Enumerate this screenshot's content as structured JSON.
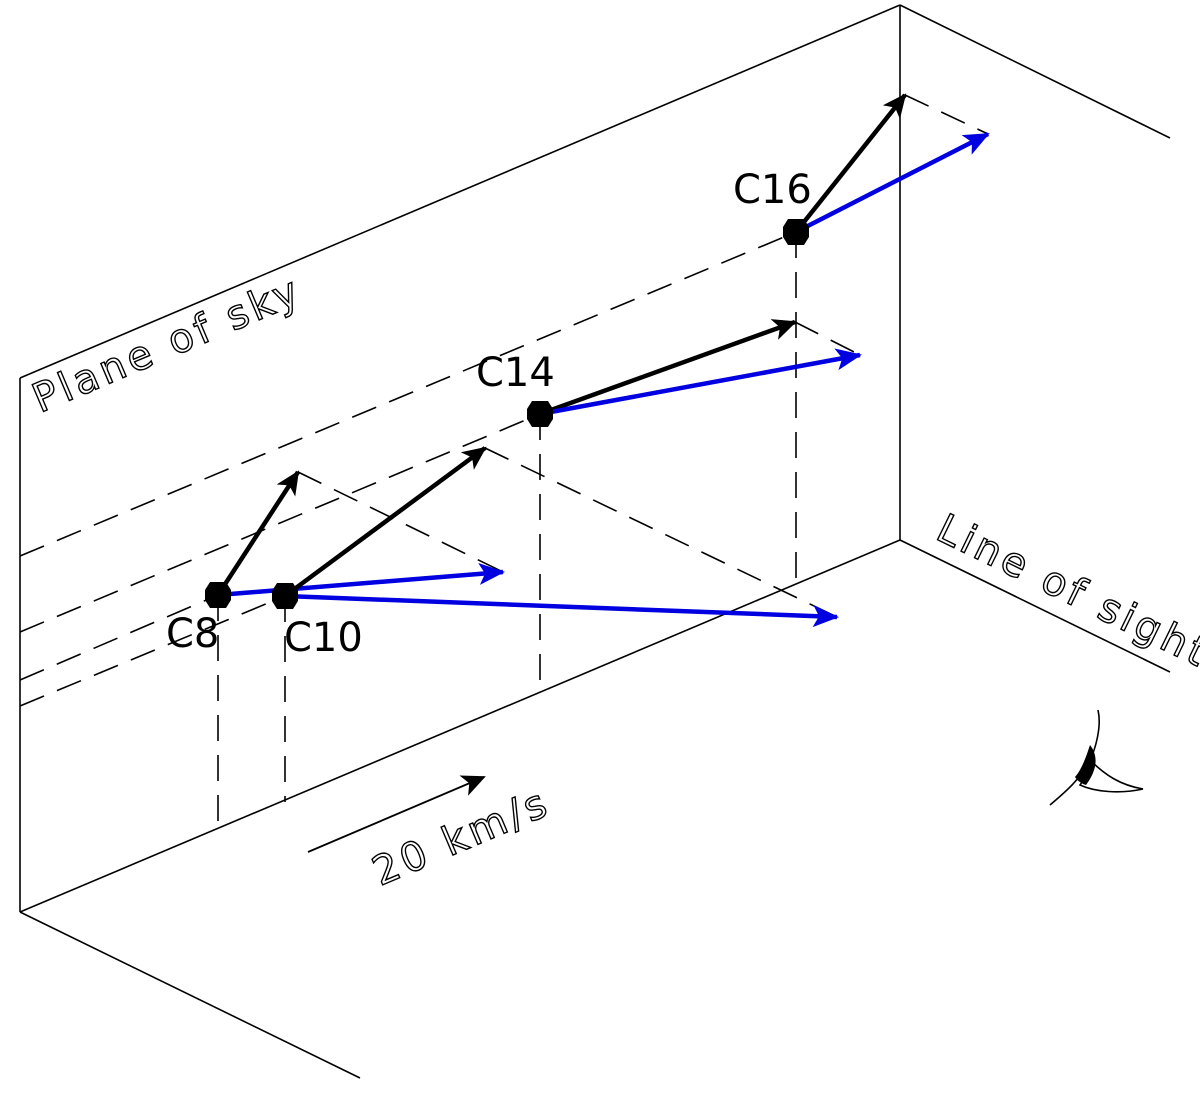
{
  "labels": {
    "plane_of_sky": "Plane of sky",
    "line_of_sight": "Line of sight",
    "scale": "20 km/s",
    "components": [
      "C8",
      "C10",
      "C14",
      "C16"
    ]
  },
  "colors": {
    "plane_of_sky_vector": "#000000",
    "line_of_sight_vector": "#0000e0",
    "frame": "#000000"
  },
  "icons": {
    "observer": "eye-icon"
  }
}
